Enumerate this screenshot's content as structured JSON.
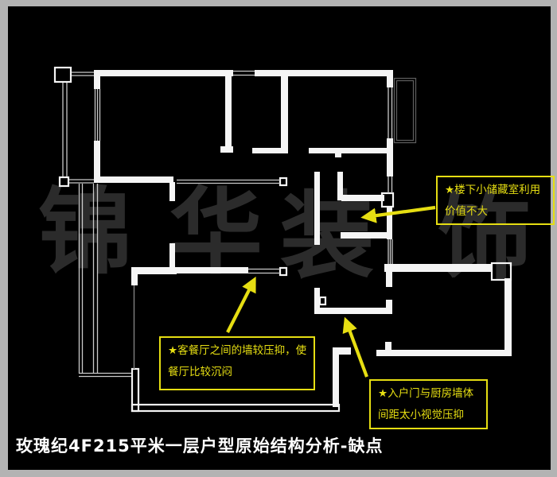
{
  "title": {
    "text": "玫瑰纪4F215平米一层户型原始结构分析-缺点"
  },
  "watermark": {
    "text": "锦华装饰",
    "chars": [
      "锦",
      "华",
      "装",
      "饰"
    ]
  },
  "annotations": [
    {
      "id": "storage",
      "line1": "★楼下小储藏室利用",
      "line2": "价值不大"
    },
    {
      "id": "dining-wall",
      "line1": "★客餐厅之间的墙较压抑，使",
      "line2": "餐厅比较沉闷"
    },
    {
      "id": "entry-kitchen",
      "line1": "★入户门与厨房墙体",
      "line2": "间距太小视觉压抑"
    }
  ],
  "colors": {
    "bg": "#000000",
    "frame": "#b3b3b3",
    "wall": "#f5f5f5",
    "thin": "#c9c9c9",
    "gray": "#5f5f5f",
    "grayline": "#7a7a7a",
    "accent": "#e6de12",
    "watermark": "#2b2b2b",
    "title": "#ffffff"
  }
}
